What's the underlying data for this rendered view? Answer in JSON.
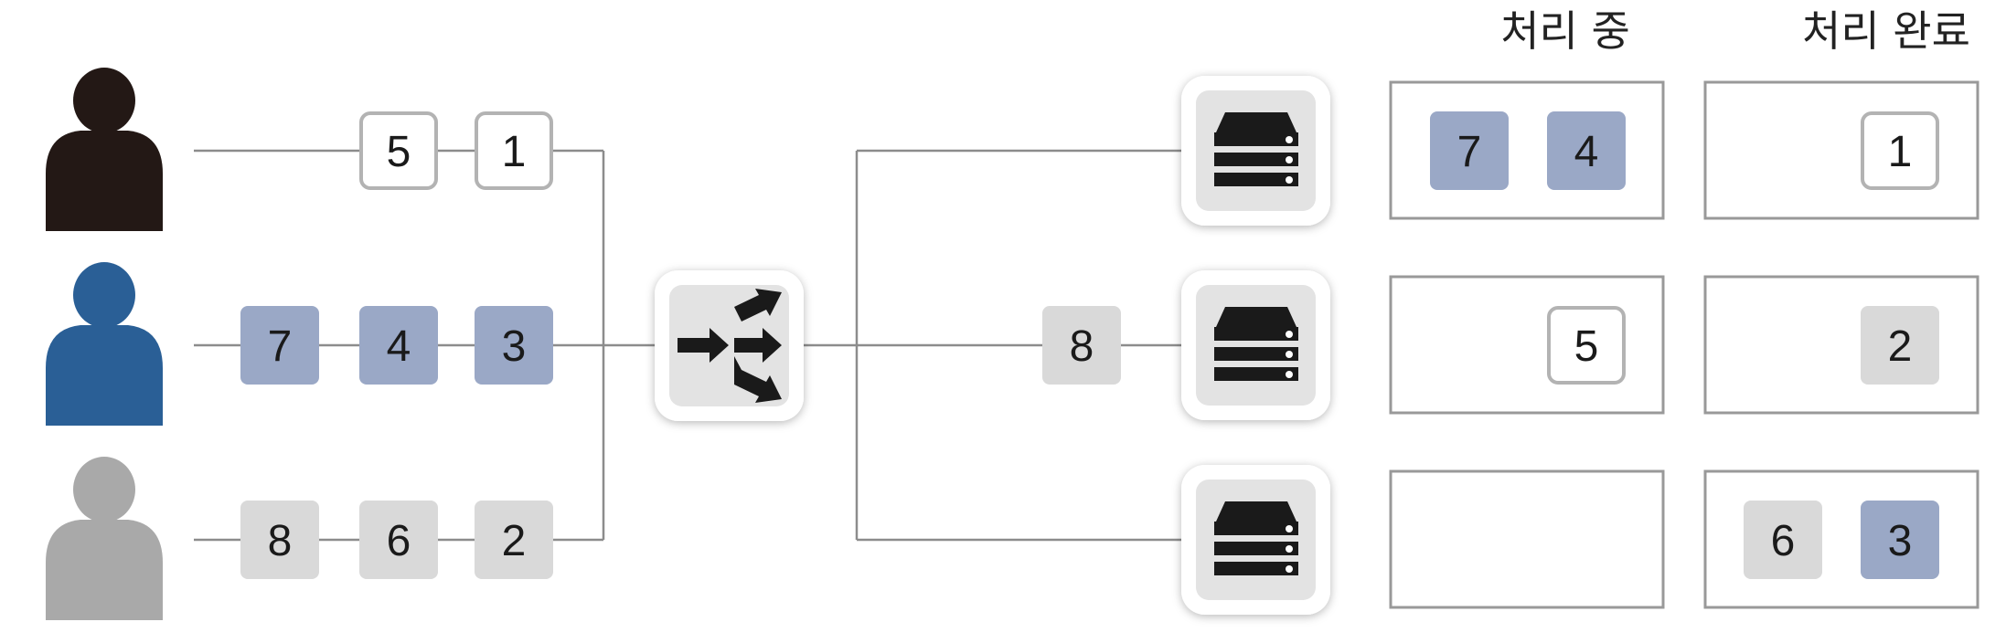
{
  "headers": {
    "processing": "처리 중",
    "done": "처리 완료"
  },
  "colors": {
    "black_user": "#231815",
    "blue_user": "#2a5f96",
    "gray_user": "#a9a9a9",
    "blue_token": "#9aa8c6",
    "gray_token": "#d9d9d9",
    "outline_token_border": "#b3b3b3",
    "line": "#8c8c8c",
    "box_border": "#999999",
    "server_bg": "#e3e3e3"
  },
  "users": [
    {
      "id": "user-black",
      "color": "black",
      "requests": [
        "5",
        "1"
      ],
      "request_styles": [
        "outline",
        "outline"
      ]
    },
    {
      "id": "user-blue",
      "color": "blue",
      "requests": [
        "7",
        "4",
        "3"
      ],
      "request_styles": [
        "blue",
        "blue",
        "blue"
      ]
    },
    {
      "id": "user-gray",
      "color": "gray",
      "requests": [
        "8",
        "6",
        "2"
      ],
      "request_styles": [
        "gray",
        "gray",
        "gray"
      ]
    }
  ],
  "load_balancer": {
    "icon": "load-balancer-arrows-icon"
  },
  "in_transit": {
    "value": "8",
    "style": "gray"
  },
  "servers": [
    {
      "icon": "server-icon",
      "processing": [
        "7",
        "4"
      ],
      "processing_styles": [
        "blue",
        "blue"
      ],
      "done": [
        "1"
      ],
      "done_styles": [
        "outline"
      ]
    },
    {
      "icon": "server-icon",
      "processing": [
        "5"
      ],
      "processing_styles": [
        "outline"
      ],
      "done": [
        "2"
      ],
      "done_styles": [
        "gray"
      ]
    },
    {
      "icon": "server-icon",
      "processing": [],
      "processing_styles": [],
      "done": [
        "6",
        "3"
      ],
      "done_styles": [
        "gray",
        "blue"
      ]
    }
  ]
}
